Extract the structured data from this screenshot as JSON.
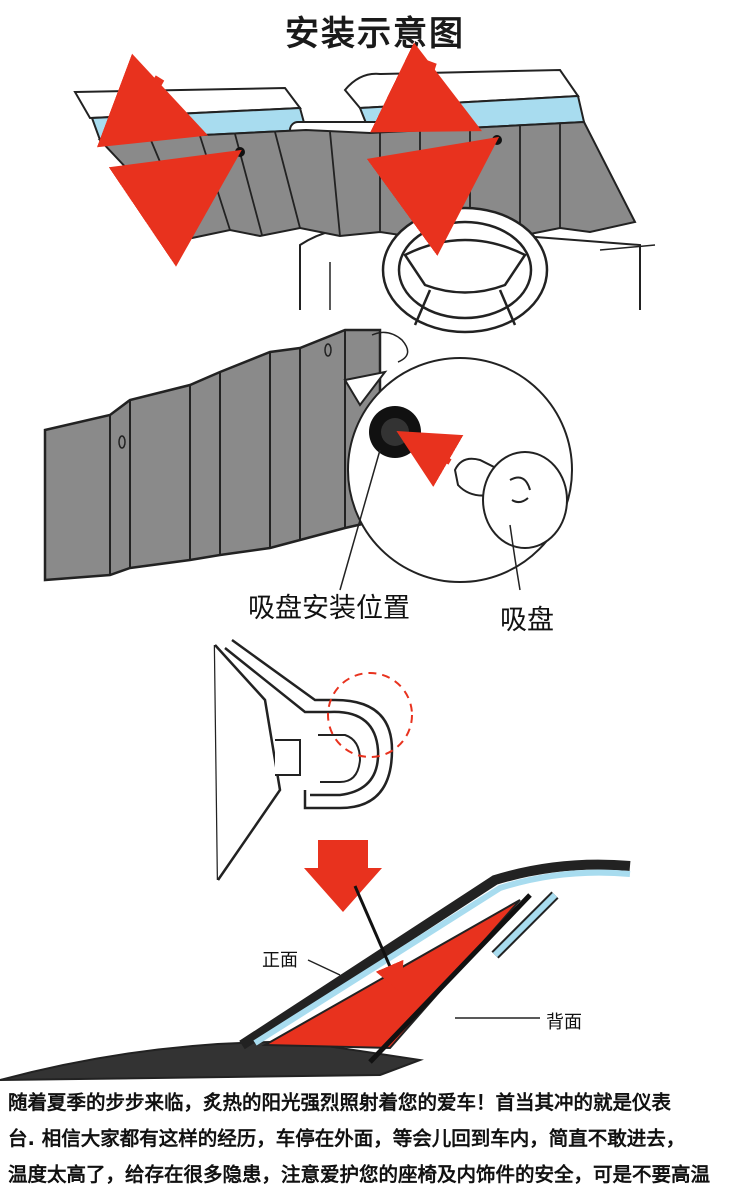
{
  "title": "安装示意图",
  "labels": {
    "suction_cup_position": "吸盘安装位置",
    "suction_cup": "吸盘",
    "front": "正面",
    "back": "背面"
  },
  "description": {
    "line1": "随着夏季的步步来临，炙热的阳光强烈照射着您的爱车！首当其冲的就是仪表",
    "line2": "台. 相信大家都有这样的经历，车停在外面，等会儿回到车内，简直不敢进去，",
    "line3": "温度太高了，给存在很多隐患，注意爱护您的座椅及内饰件的安全，可是不要高温"
  },
  "colors": {
    "arrow_red": "#e8321e",
    "windshield_blue": "#a8dcef",
    "panel_gray": "#8a8a8a",
    "reflective_red": "#e8321e"
  }
}
